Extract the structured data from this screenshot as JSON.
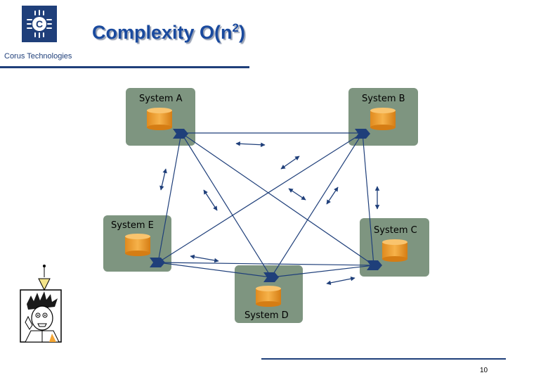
{
  "header": {
    "title_main": "Complexity O(n",
    "title_sup": "2",
    "title_end": ")",
    "company": "Corus Technologies"
  },
  "systems": {
    "a": "System A",
    "b": "System B",
    "c": "System C",
    "d": "System D",
    "e": "System E"
  },
  "footer": {
    "page_number": "10"
  },
  "colors": {
    "box_fill": "#7e9580",
    "connector_fill": "#1f3f7a",
    "line_color": "#1f3f7a",
    "cylinder_fill": "#f4a533",
    "title_color": "#1a4a9e"
  }
}
